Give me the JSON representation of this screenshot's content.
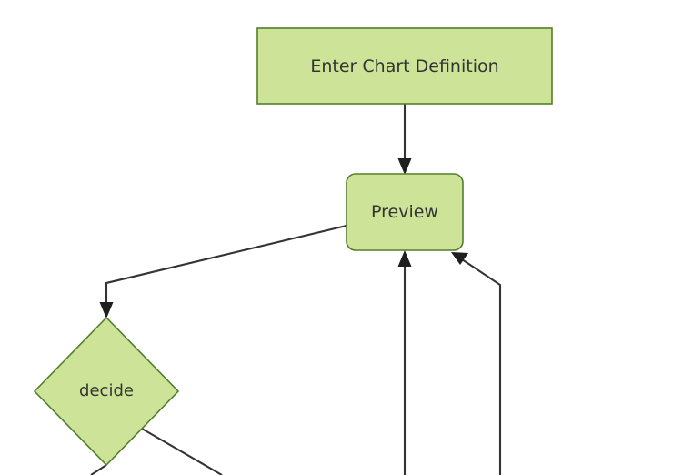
{
  "diagram": {
    "type": "flowchart",
    "orientation": "top-down",
    "background_color": "#ffffff",
    "node_fill_color": "#cde498",
    "node_stroke_color": "#517e2a",
    "edge_color": "#333333",
    "text_color": "#333333",
    "nodes": {
      "enter_chart_definition": {
        "label": "Enter Chart Definition",
        "shape": "rectangle"
      },
      "preview": {
        "label": "Preview",
        "shape": "rounded-rectangle"
      },
      "decide": {
        "label": "decide",
        "shape": "diamond"
      }
    },
    "edges": [
      {
        "from": "Enter Chart Definition",
        "to": "Preview",
        "label": ""
      },
      {
        "from": "Preview",
        "to": "decide",
        "label": ""
      },
      {
        "from": "offscreen-bottom-center",
        "to": "Preview",
        "label": ""
      },
      {
        "from": "offscreen-bottom-right",
        "to": "Preview",
        "label": ""
      },
      {
        "from": "decide",
        "to": "offscreen-bottom-left",
        "label": ""
      },
      {
        "from": "decide",
        "to": "offscreen-bottom-right",
        "label": ""
      }
    ]
  }
}
